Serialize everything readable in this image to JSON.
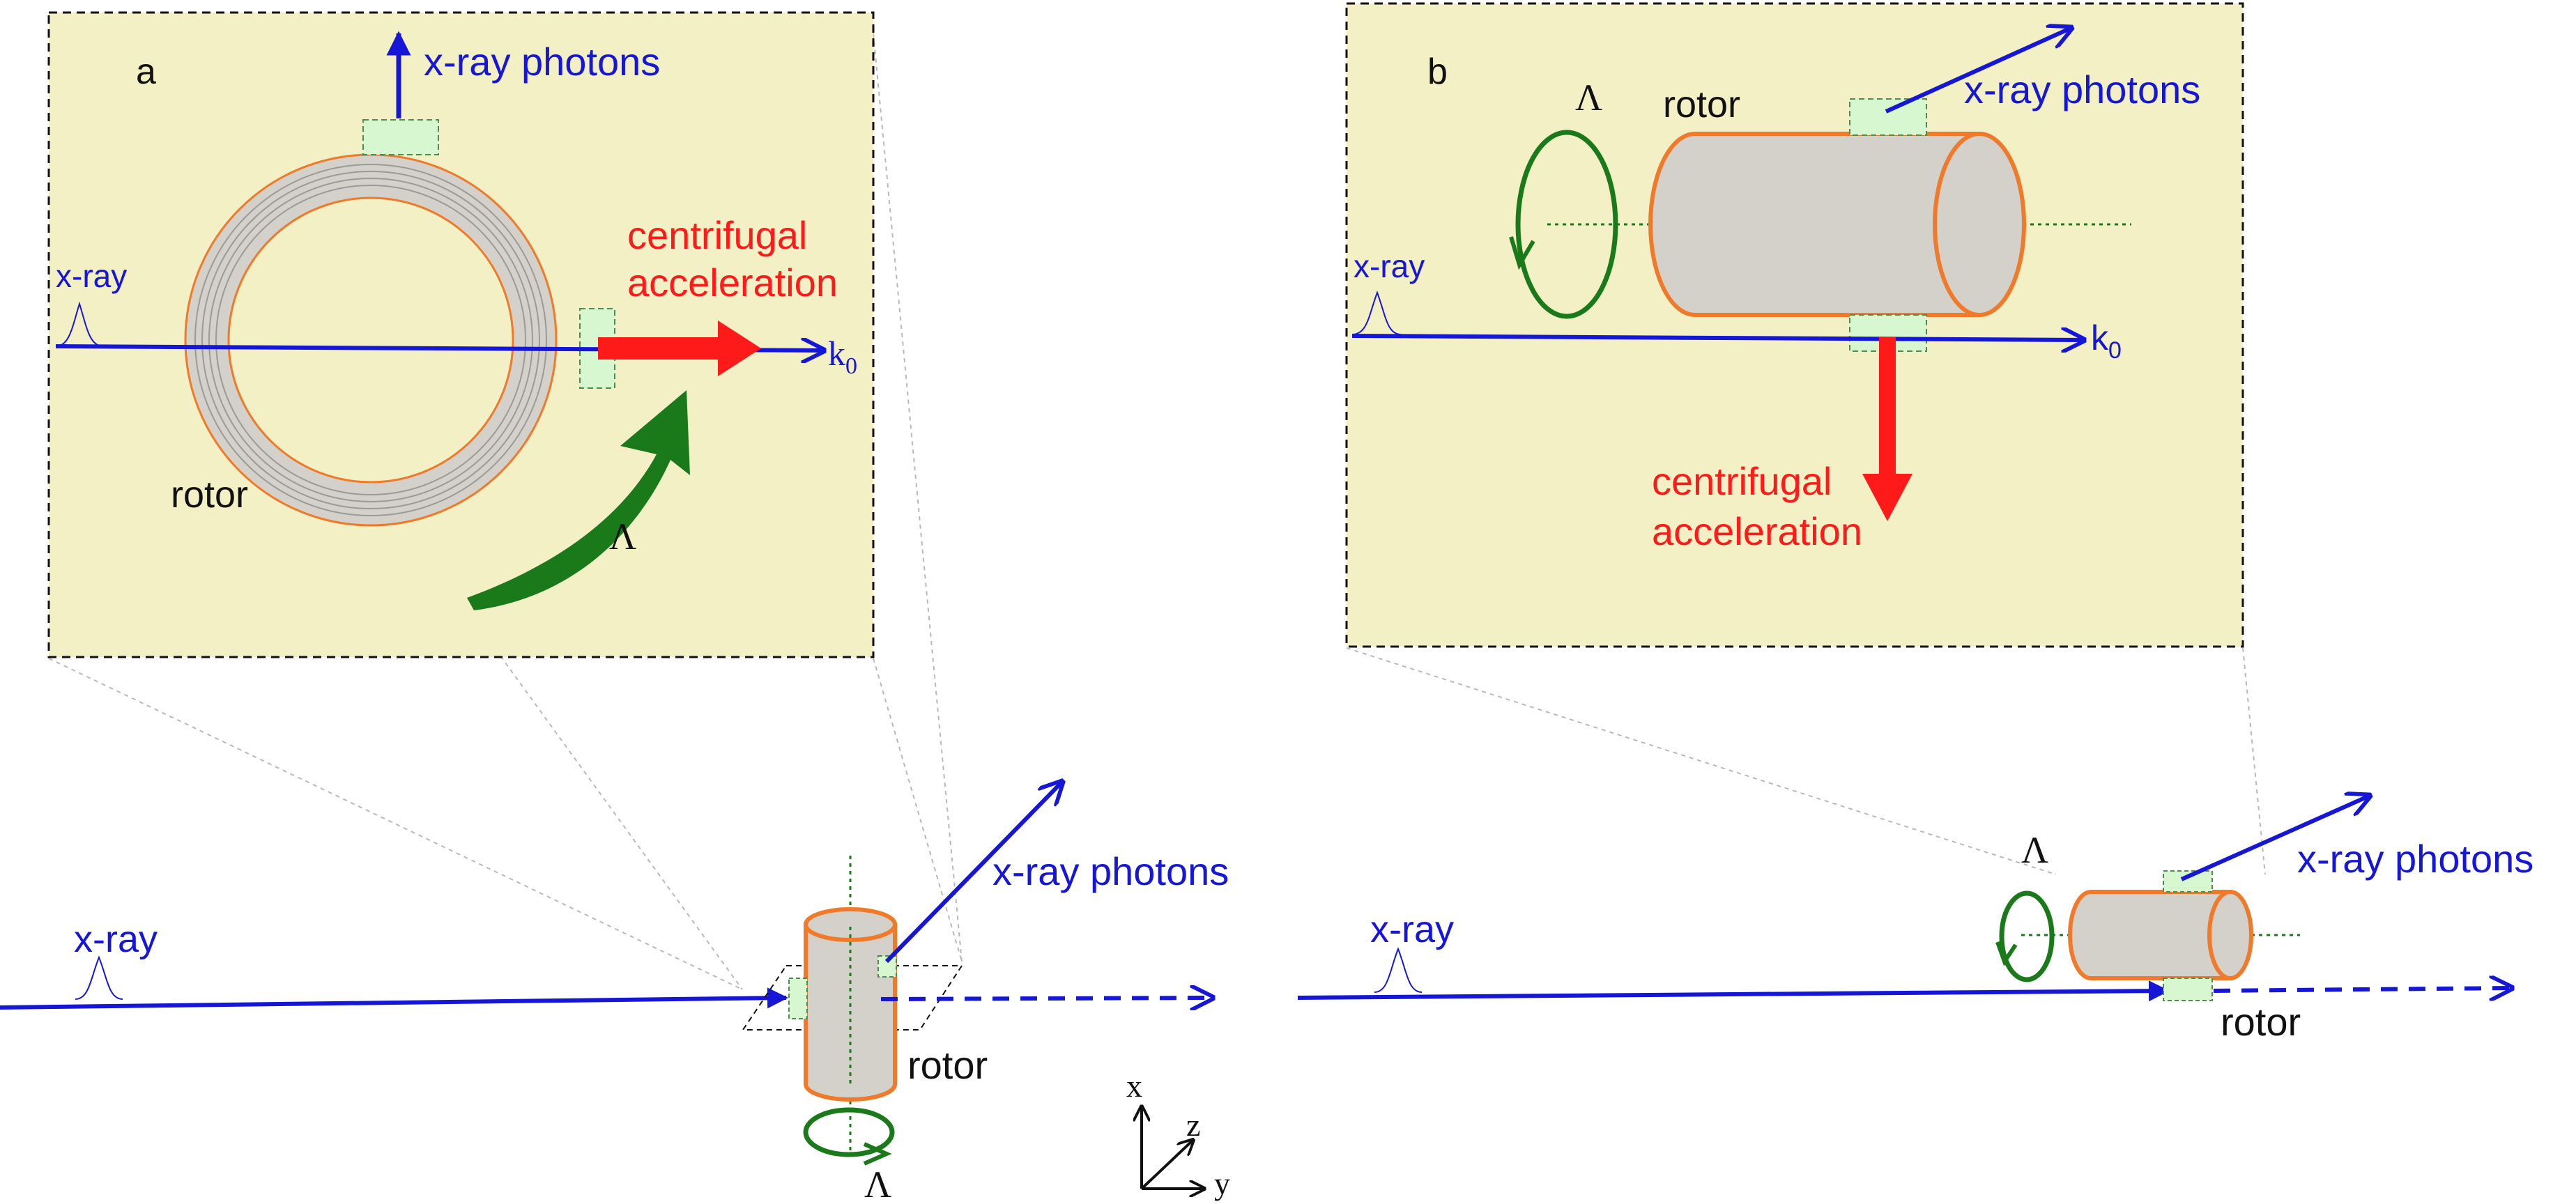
{
  "colors": {
    "panel_fill": "#f3f0c5",
    "beam": "#1616d6",
    "acceleration": "#ff1a1a",
    "rotation": "#1a7a1a",
    "rotor_fill": "#d3d1c9",
    "rotor_outline": "#f07a2a",
    "detector_fill": "#d6f7d0",
    "text_dark": "#111111"
  },
  "icons": {
    "pulse": "gaussian-pulse-icon",
    "detector": "detector-patch-icon",
    "rotation": "rotation-arrow-icon",
    "axes": "coordinate-axes-icon"
  },
  "panel_a": {
    "label": "a",
    "photons_label": "x-ray photons",
    "beam_label": "x-ray",
    "wavevector_label": "k",
    "wavevector_subscript": "0",
    "acceleration_line1": "centrifugal",
    "acceleration_line2": "acceleration",
    "rotor_label": "rotor",
    "rotation_symbol": "Λ"
  },
  "panel_b": {
    "label": "b",
    "photons_label": "x-ray photons",
    "beam_label": "x-ray",
    "wavevector_label": "k",
    "wavevector_subscript": "0",
    "acceleration_line1": "centrifugal",
    "acceleration_line2": "acceleration",
    "rotor_label": "rotor",
    "rotation_symbol": "Λ"
  },
  "scene_left": {
    "beam_label": "x-ray",
    "photons_label": "x-ray photons",
    "rotor_label": "rotor",
    "rotation_symbol": "Λ"
  },
  "scene_right": {
    "beam_label": "x-ray",
    "photons_label": "x-ray photons",
    "rotor_label": "rotor",
    "rotation_symbol": "Λ"
  },
  "axes": {
    "x_label": "x",
    "y_label": "y",
    "z_label": "z"
  }
}
